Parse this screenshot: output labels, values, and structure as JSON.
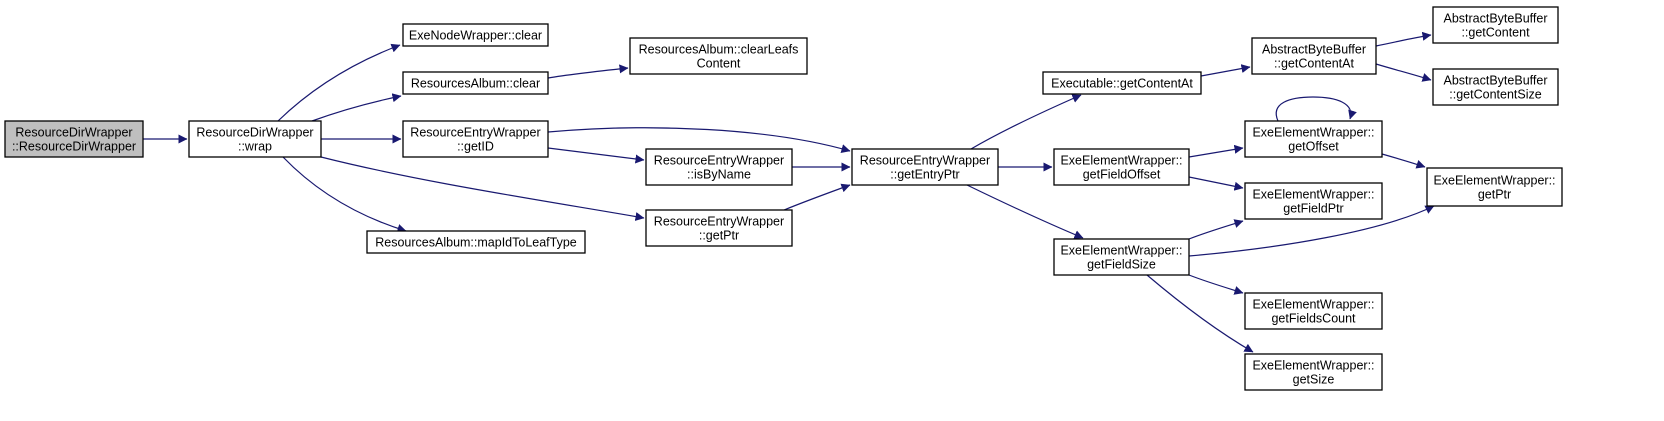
{
  "colors": {
    "edge": "#191970",
    "node_fill": "#ffffff",
    "root_fill": "#bfbfbf",
    "border": "#000000"
  },
  "nodes": [
    {
      "id": "root",
      "lines": [
        "ResourceDirWrapper",
        "::ResourceDirWrapper"
      ],
      "root": true
    },
    {
      "id": "wrap",
      "lines": [
        "ResourceDirWrapper",
        "::wrap"
      ]
    },
    {
      "id": "exenode_clear",
      "lines": [
        "ExeNodeWrapper::clear"
      ]
    },
    {
      "id": "album_clear",
      "lines": [
        "ResourcesAlbum::clear"
      ]
    },
    {
      "id": "getID",
      "lines": [
        "ResourceEntryWrapper",
        "::getID"
      ]
    },
    {
      "id": "mapId",
      "lines": [
        "ResourcesAlbum::mapIdToLeafType"
      ]
    },
    {
      "id": "clearLeafs",
      "lines": [
        "ResourcesAlbum::clearLeafs",
        "Content"
      ]
    },
    {
      "id": "isByName",
      "lines": [
        "ResourceEntryWrapper",
        "::isByName"
      ]
    },
    {
      "id": "rew_getPtr",
      "lines": [
        "ResourceEntryWrapper",
        "::getPtr"
      ]
    },
    {
      "id": "getEntryPtr",
      "lines": [
        "ResourceEntryWrapper",
        "::getEntryPtr"
      ]
    },
    {
      "id": "exe_getContentAt",
      "lines": [
        "Executable::getContentAt"
      ]
    },
    {
      "id": "getFieldOffset",
      "lines": [
        "ExeElementWrapper::",
        "getFieldOffset"
      ]
    },
    {
      "id": "getFieldSize",
      "lines": [
        "ExeElementWrapper::",
        "getFieldSize"
      ]
    },
    {
      "id": "abb_getContentAt",
      "lines": [
        "AbstractByteBuffer",
        "::getContentAt"
      ]
    },
    {
      "id": "getOffset",
      "lines": [
        "ExeElementWrapper::",
        "getOffset"
      ]
    },
    {
      "id": "getFieldPtr",
      "lines": [
        "ExeElementWrapper::",
        "getFieldPtr"
      ]
    },
    {
      "id": "getFieldsCount",
      "lines": [
        "ExeElementWrapper::",
        "getFieldsCount"
      ]
    },
    {
      "id": "getSize",
      "lines": [
        "ExeElementWrapper::",
        "getSize"
      ]
    },
    {
      "id": "abb_getContent",
      "lines": [
        "AbstractByteBuffer",
        "::getContent"
      ]
    },
    {
      "id": "abb_getContentSize",
      "lines": [
        "AbstractByteBuffer",
        "::getContentSize"
      ]
    },
    {
      "id": "eew_getPtr",
      "lines": [
        "ExeElementWrapper::",
        "getPtr"
      ]
    }
  ],
  "edges": [
    {
      "from": "root",
      "to": "wrap"
    },
    {
      "from": "wrap",
      "to": "exenode_clear"
    },
    {
      "from": "wrap",
      "to": "album_clear"
    },
    {
      "from": "wrap",
      "to": "getID"
    },
    {
      "from": "wrap",
      "to": "mapId"
    },
    {
      "from": "wrap",
      "to": "rew_getPtr"
    },
    {
      "from": "album_clear",
      "to": "clearLeafs"
    },
    {
      "from": "getID",
      "to": "getEntryPtr"
    },
    {
      "from": "getID",
      "to": "isByName"
    },
    {
      "from": "isByName",
      "to": "getEntryPtr"
    },
    {
      "from": "rew_getPtr",
      "to": "getEntryPtr"
    },
    {
      "from": "getEntryPtr",
      "to": "exe_getContentAt"
    },
    {
      "from": "getEntryPtr",
      "to": "getFieldOffset"
    },
    {
      "from": "getEntryPtr",
      "to": "getFieldSize"
    },
    {
      "from": "exe_getContentAt",
      "to": "abb_getContentAt"
    },
    {
      "from": "abb_getContentAt",
      "to": "abb_getContent"
    },
    {
      "from": "abb_getContentAt",
      "to": "abb_getContentSize"
    },
    {
      "from": "getFieldOffset",
      "to": "getOffset"
    },
    {
      "from": "getFieldOffset",
      "to": "getFieldPtr"
    },
    {
      "from": "getOffset",
      "to": "getOffset"
    },
    {
      "from": "getOffset",
      "to": "eew_getPtr"
    },
    {
      "from": "getFieldSize",
      "to": "getOffset"
    },
    {
      "from": "getFieldSize",
      "to": "eew_getPtr"
    },
    {
      "from": "getFieldSize",
      "to": "getFieldPtr"
    },
    {
      "from": "getFieldSize",
      "to": "getFieldsCount"
    },
    {
      "from": "getFieldSize",
      "to": "getSize"
    }
  ]
}
